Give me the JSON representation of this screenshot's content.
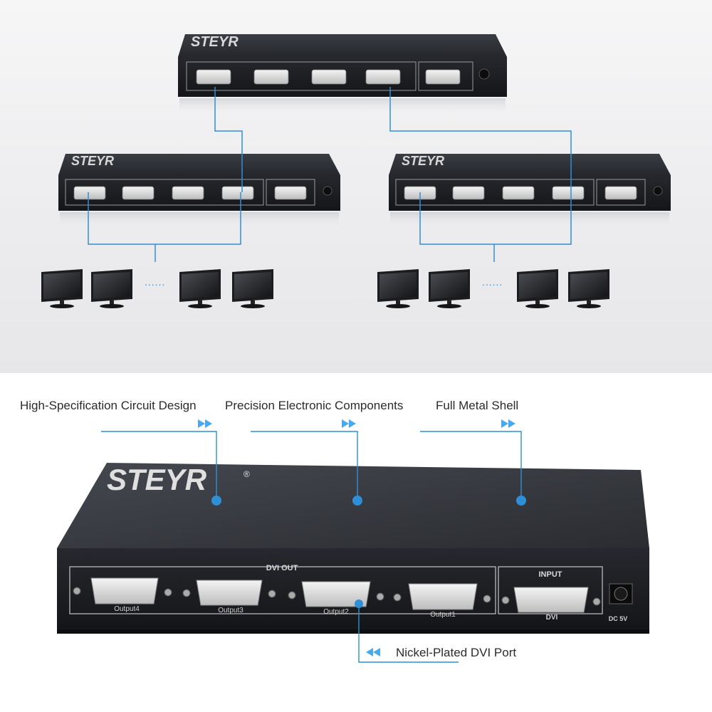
{
  "brand": "STEYR",
  "registered_mark": "®",
  "device": {
    "dvi_out_label": "DVI OUT",
    "input_label": "INPUT",
    "output_labels": [
      "Output4",
      "Output3",
      "Output2",
      "Output1"
    ],
    "input_port_label": "DVI",
    "power_label": "DC 5V"
  },
  "features": {
    "circuit": "High-Specification Circuit Design",
    "components": "Precision Electronic Components",
    "shell": "Full Metal Shell",
    "port": "Nickel-Plated DVI Port"
  },
  "monitor_ellipsis": "......",
  "colors": {
    "accent": "#2f8fd6",
    "device_body": "#2a2c31",
    "device_front": "#1e2024"
  }
}
